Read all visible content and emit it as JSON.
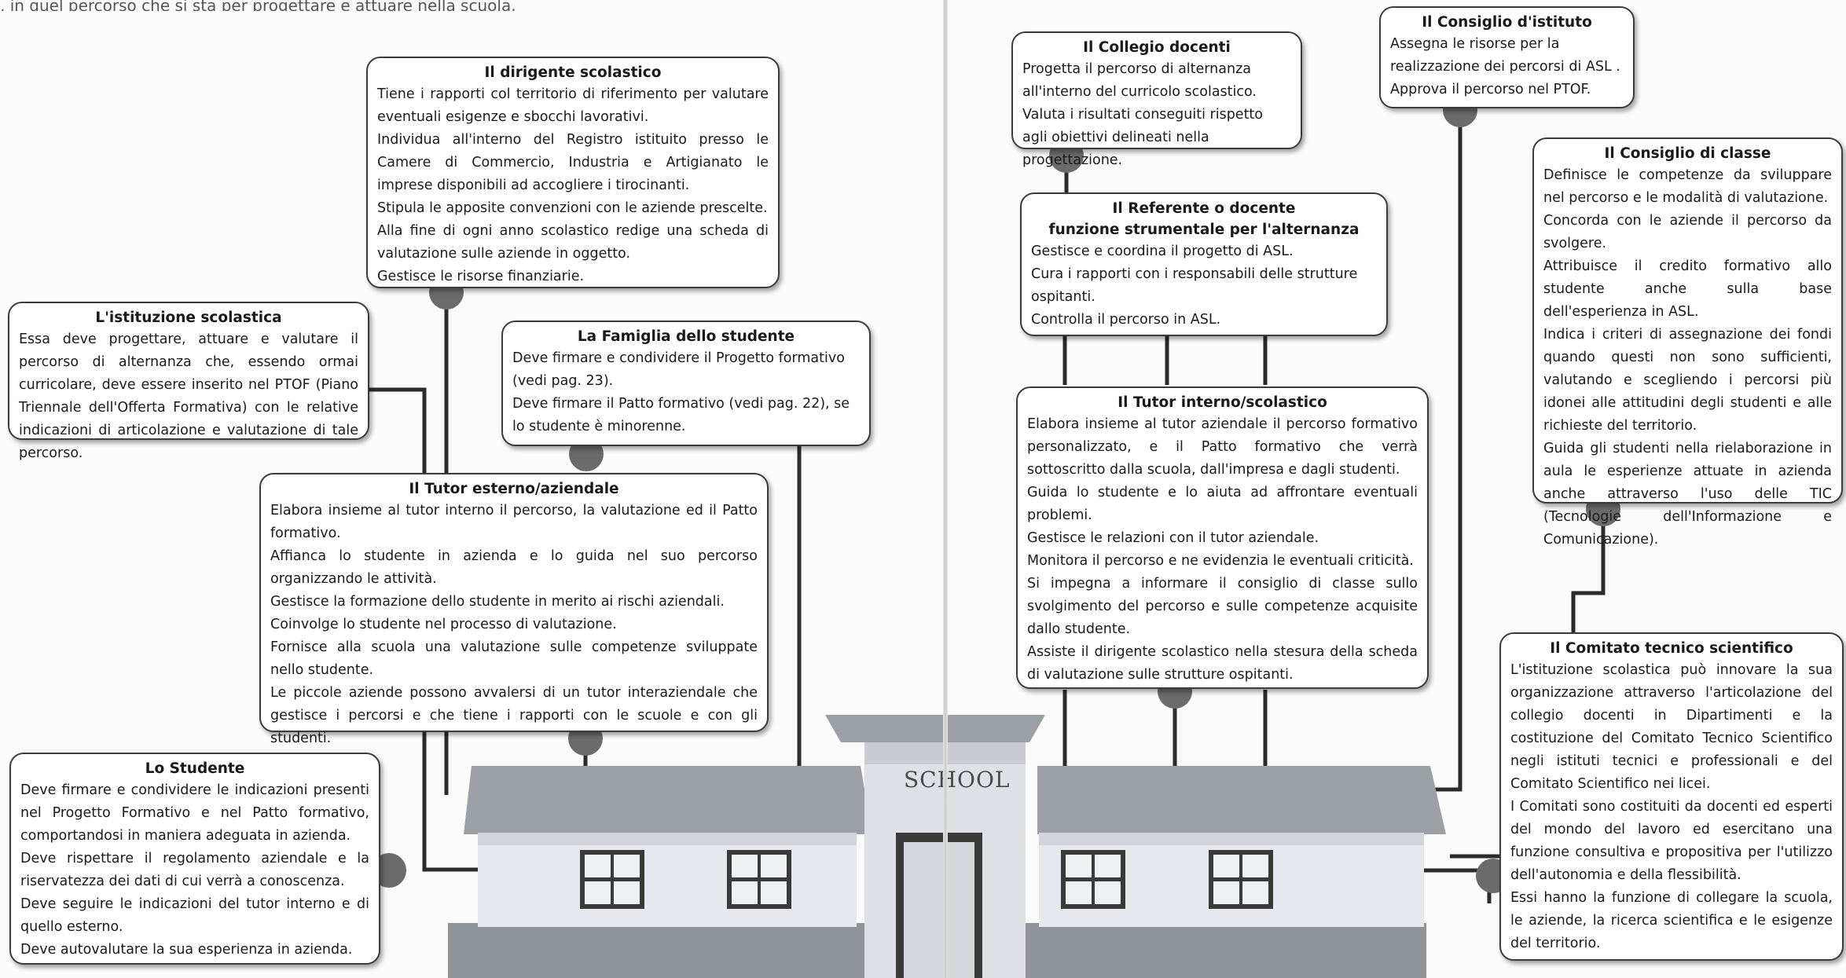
{
  "header_fragment": ", in quel percorso che si sta per progettare e attuare nella scuola.",
  "school_sign": "SCHOOL",
  "boxes": {
    "dirigente": {
      "title": "Il dirigente scolastico",
      "lines": [
        "Tiene i rapporti col territorio di riferimento per valutare eventuali esigenze e sbocchi lavorativi.",
        "Individua all'interno del Registro istituito presso le Camere di Commercio, Industria e Artigianato le imprese disponibili ad accogliere i tirocinanti.",
        "Stipula le apposite convenzioni con le aziende prescelte.",
        "Alla fine di ogni anno scolastico redige una scheda di valutazione sulle aziende in oggetto.",
        "Gestisce le risorse finanziarie."
      ]
    },
    "istituzione": {
      "title": "L'istituzione scolastica",
      "lines": [
        "Essa deve progettare, attuare e valutare il percorso di alternanza che, essendo ormai curricolare, deve essere inserito nel PTOF (Piano Triennale dell'Offerta Formativa) con le relative indicazioni di articolazione e valutazione di tale percorso."
      ]
    },
    "famiglia": {
      "title": "La Famiglia dello studente",
      "lines": [
        "Deve firmare e condividere il Progetto formativo (vedi pag. 23).",
        "Deve firmare il Patto formativo (vedi pag. 22), se lo studente è minorenne."
      ]
    },
    "tutor_esterno": {
      "title": "Il Tutor esterno/aziendale",
      "lines": [
        "Elabora insieme al tutor interno il percorso, la valutazione ed il Patto formativo.",
        "Affianca lo studente in azienda e lo guida nel suo percorso organizzando le attività.",
        "Gestisce la formazione dello studente in merito ai rischi aziendali.",
        "Coinvolge lo studente nel processo di valutazione.",
        "Fornisce alla scuola una valutazione sulle competenze sviluppate nello studente.",
        "Le piccole aziende possono avvalersi di un tutor interaziendale che gestisce i percorsi e che tiene i rapporti con le scuole e con gli studenti."
      ]
    },
    "studente": {
      "title": "Lo Studente",
      "lines": [
        "Deve firmare e condividere le indicazioni presenti nel Progetto Formativo e nel Patto formativo, comportandosi in maniera adeguata in azienda.",
        "Deve rispettare il regolamento aziendale e la riservatezza dei dati di cui verrà a conoscenza.",
        "Deve seguire le indicazioni del tutor interno e di quello esterno.",
        "Deve autovalutare la sua esperienza in azienda."
      ]
    },
    "collegio": {
      "title": "Il Collegio docenti",
      "lines": [
        "Progetta il percorso di alternanza all'interno del curricolo scolastico.",
        "Valuta i risultati conseguiti rispetto agli obiettivi delineati nella progettazione."
      ]
    },
    "consiglio_istituto": {
      "title": "Il Consiglio d'istituto",
      "lines": [
        "Assegna le risorse per la realizzazione dei percorsi di ASL .",
        "Approva il percorso nel PTOF."
      ]
    },
    "consiglio_classe": {
      "title": "Il Consiglio di classe",
      "lines": [
        "Definisce le competenze da sviluppare nel percorso e le modalità di valutazione.",
        "Concorda con le aziende il percorso da svolgere.",
        "Attribuisce il credito formativo allo studente anche sulla base dell'esperienza in ASL.",
        "Indica i criteri di assegnazione dei fondi quando questi non sono sufficienti, valutando e scegliendo i percorsi più idonei alle attitudini degli studenti e alle richieste del territorio.",
        "Guida gli studenti nella rielaborazione in aula le esperienze attuate in azienda anche attraverso l'uso delle TIC (Tecnologie dell'Informazione e Comunicazione)."
      ]
    },
    "referente": {
      "title": "Il Referente o docente",
      "title2": "funzione strumentale per l'alternanza",
      "lines": [
        "Gestisce e coordina il progetto di ASL.",
        "Cura i rapporti con i responsabili delle strutture ospitanti.",
        "Controlla il percorso in ASL."
      ]
    },
    "tutor_interno": {
      "title": "Il Tutor interno/scolastico",
      "lines": [
        "Elabora insieme al tutor aziendale il percorso formativo personalizzato, e il Patto formativo che verrà sottoscritto dalla scuola, dall'impresa e dagli studenti.",
        "Guida lo studente e lo aiuta ad affrontare eventuali problemi.",
        "Gestisce le relazioni con il tutor aziendale.",
        "Monitora il percorso e ne evidenzia le eventuali criticità.",
        "Si impegna a informare il consiglio di classe sullo svolgimento del percorso e sulle competenze acquisite dallo studente.",
        "Assiste il dirigente scolastico nella stesura della scheda di valutazione sulle strutture ospitanti."
      ]
    },
    "comitato": {
      "title": "Il Comitato tecnico scientifico",
      "lines": [
        "L'istituzione scolastica può innovare la sua organizzazione attraverso l'articolazione del collegio docenti in Dipartimenti e la costituzione del Comitato Tecnico Scientifico negli istituti tecnici e professionali e del Comitato Scientifico nei licei.",
        "I Comitati sono costituiti da docenti ed esperti del mondo del lavoro ed esercitano una funzione consultiva e propositiva per l'utilizzo dell'autonomia e della flessibilità.",
        "Essi hanno la funzione di collegare la scuola, le aziende, la ricerca scientifica e le esigenze del territorio."
      ]
    }
  }
}
